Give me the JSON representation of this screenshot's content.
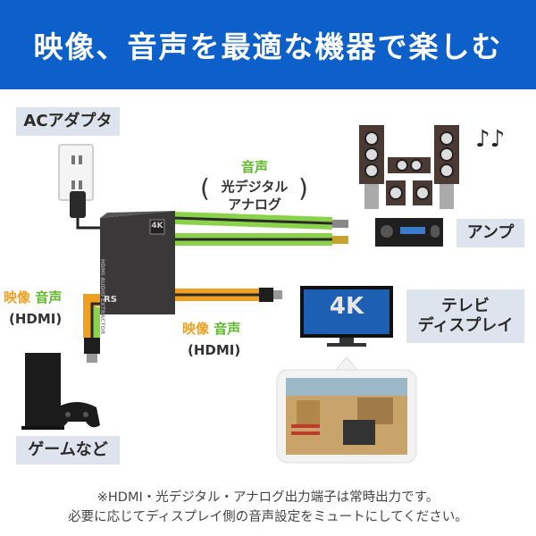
{
  "header": {
    "title": "映像、音声を最適な機器で楽しむ"
  },
  "labels": {
    "ac_adapter": "ACアダプタ",
    "amp": "アンプ",
    "tv_line1": "テレビ",
    "tv_line2": "ディスプレイ",
    "game": "ゲームなど"
  },
  "audio_out": {
    "title": "音声",
    "paren_open": "(",
    "line1": "光デジタル",
    "line2": "アナログ",
    "paren_close": ")"
  },
  "hdmi_in": {
    "video": "映像",
    "audio": "音声",
    "hdmi": "(HDMI)"
  },
  "hdmi_out": {
    "video": "映像",
    "audio": "音声",
    "hdmi": "(HDMI)"
  },
  "device": {
    "side_text": "HDMI AUDIO EXTRACTOR",
    "logo": "4K",
    "brand": "RS"
  },
  "display": {
    "screen_text": "4K"
  },
  "notes": {
    "line1": "※HDMI・光デジタル・アナログ出力端子は常時出力です。",
    "line2": "必要に応じてディスプレイ側の音声設定をミュートにしてください。"
  },
  "colors": {
    "header_bg": "#0d5fc9",
    "audio_green": "#8bd24a",
    "video_orange": "#f0a020",
    "label_bg": "#dde4ee"
  }
}
